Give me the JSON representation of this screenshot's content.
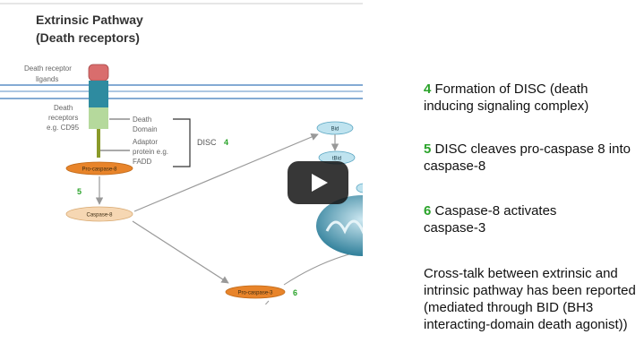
{
  "slide": {
    "title_line1": "Extrinsic Pathway",
    "title_line2": "(Death receptors)"
  },
  "diagram": {
    "ligand_label_line1": "Death receptor",
    "ligand_label_line2": "ligands",
    "receptor_label_line1": "Death",
    "receptor_label_line2": "receptors",
    "receptor_label_line3": "e.g. CD95",
    "death_domain_line1": "Death",
    "death_domain_line2": "Domain",
    "adaptor_line1": "Adaptor",
    "adaptor_line2": "protein e.g.",
    "adaptor_line3": "FADD",
    "disc_label": "DISC",
    "step4": "4",
    "step5": "5",
    "step6": "6",
    "procaspase8": "Pro-caspase-8",
    "caspase8": "Caspase-8",
    "procaspase3": "Pro-caspase-3",
    "bid": "Bid",
    "tbid": "tBid"
  },
  "notes": [
    {
      "num": "4",
      "text": "Formation of DISC (death inducing signaling complex)"
    },
    {
      "num": "5",
      "text": "DISC cleaves pro-caspase 8 into caspase-8"
    },
    {
      "num": "6",
      "text": "Caspase-8 activates caspase-3"
    },
    {
      "num": "",
      "text": "Cross-talk between extrinsic and intrinsic pathway has been reported (mediated through BID (BH3 interacting-domain death agonist))"
    }
  ],
  "colors": {
    "membrane": "#5b8fc6",
    "ligand": "#d96d6d",
    "receptor": "#2e8ba0",
    "death_domain": "#b5d99c",
    "procaspase": "#e8842a",
    "caspase8": "#f6d7b3",
    "bid": "#bfe3ef",
    "mito": "#2f7f9a",
    "step_number": "#2aa32a"
  },
  "video": {
    "play_icon": "play-icon"
  }
}
